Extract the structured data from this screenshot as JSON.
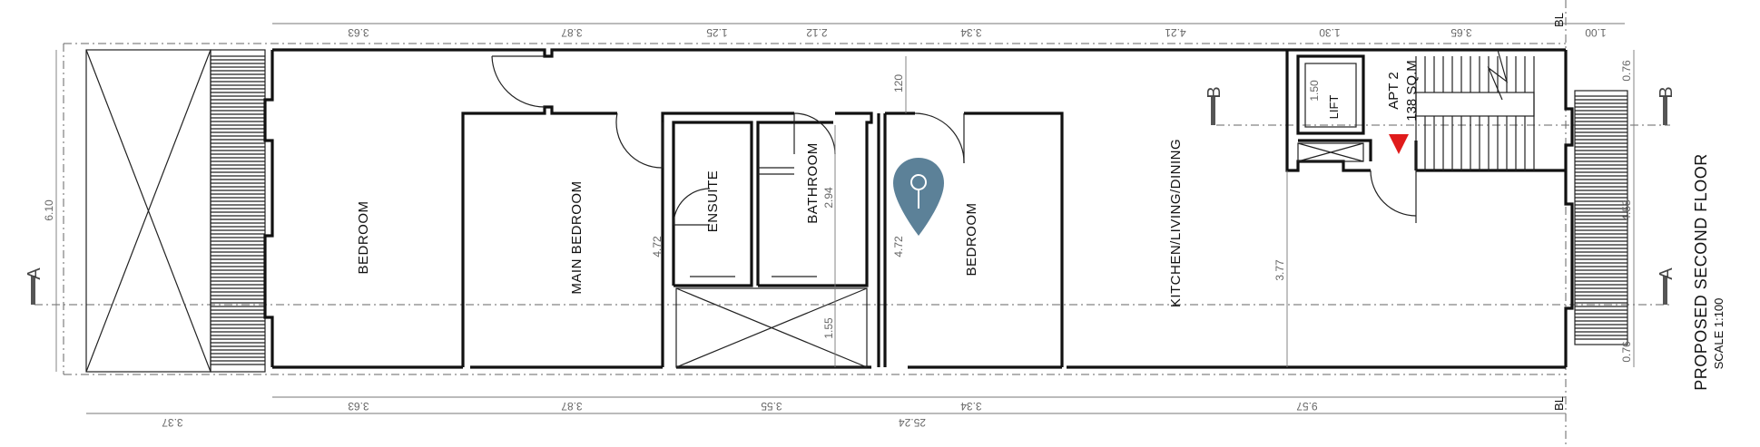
{
  "rooms": {
    "bedroom_1": "BEDROOM",
    "main_bedroom": "MAIN BEDROOM",
    "ensuite": "ENSUITE",
    "bathroom": "BATHROOM",
    "bedroom_2": "BEDROOM",
    "kitchen": "KITCHEN/LIVING/DINING",
    "lift": "LIFT"
  },
  "apartment": {
    "name": "APT 2",
    "area": "138 SQ.M"
  },
  "sections": {
    "a_left": "A",
    "a_right": "A",
    "b_left": "B",
    "b_right": "B"
  },
  "title": {
    "name": "PROPOSED SECOND FLOOR",
    "scale": "SCALE 1:100"
  },
  "boundary_label": {
    "top": "BL",
    "bottom": "BL"
  },
  "dimensions": {
    "top": [
      "3.63",
      "3.87",
      "1.25",
      "2.12",
      "3.34",
      "4.21",
      "1.30",
      "3.65",
      "1.00"
    ],
    "bottom": [
      "3.63",
      "3.87",
      "3.55",
      "3.34",
      "9.57"
    ],
    "overall_left": "3.37",
    "overall_total": "25.24",
    "height_left": "6.10",
    "right": [
      "0.76",
      "4.58",
      "0.76"
    ],
    "interior": {
      "corridor_120": "120",
      "lift_150": "1.50",
      "main_472": "4.72",
      "bath_294": "2.94",
      "bed_472": "4.72",
      "light_155": "1.55",
      "kitchen_377": "3.77"
    }
  },
  "colors": {
    "marker": "#3f6b86",
    "arrow": "#e01b1b"
  },
  "icons": [
    "map-pin-icon",
    "arrow-down-icon"
  ]
}
